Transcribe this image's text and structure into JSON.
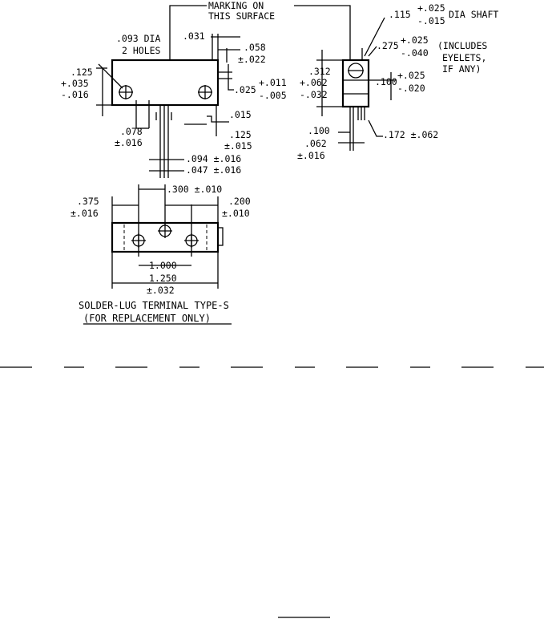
{
  "labels": {
    "marking_1": "MARKING ON",
    "marking_2": "THIS SURFACE",
    "hole_dia_1": ".093 DIA",
    "hole_dia_2": "2 HOLES",
    "d031": ".031",
    "d058": ".058",
    "d058_tol": "±.022",
    "d125": ".125",
    "d125_tol_plus": "+.035",
    "d125_tol_minus": "-.016",
    "d025": ".025",
    "d025_tol_plus": "+.011",
    "d025_tol_minus": "-.005",
    "d015": ".015",
    "d125b": ".125",
    "d125b_tol": "±.015",
    "d078": ".078",
    "d078_tol": "±.016",
    "d094": ".094 ±.016",
    "d047": ".047 ±.016",
    "shaft_dia": ".115",
    "shaft_tol_plus": "+.025",
    "shaft_tol_minus": "-.015",
    "shaft_label": "DIA SHAFT",
    "d275": ".275",
    "d275_tol_plus": "+.025",
    "d275_tol_minus": "-.040",
    "eyelet_1": "(INCLUDES",
    "eyelet_2": "EYELETS,",
    "eyelet_3": "IF ANY)",
    "d312": ".312",
    "d312_tol_plus": "+.062",
    "d312_tol_minus": "-.032",
    "d100": ".100",
    "d100_tol_plus": "+.025",
    "d100_tol_minus": "-.020",
    "d100b": ".100",
    "d062": ".062",
    "d062_tol": "±.016",
    "d172": ".172 ±.062",
    "d300": ".300 ±.010",
    "d375": ".375",
    "d375_tol": "±.016",
    "d200": ".200",
    "d200_tol": "±.010",
    "d1000": "1.000",
    "d1250": "1.250",
    "d1250_tol": "±.032",
    "caption_1": "SOLDER-LUG TERMINAL TYPE-S",
    "caption_2": "(FOR REPLACEMENT ONLY)"
  }
}
